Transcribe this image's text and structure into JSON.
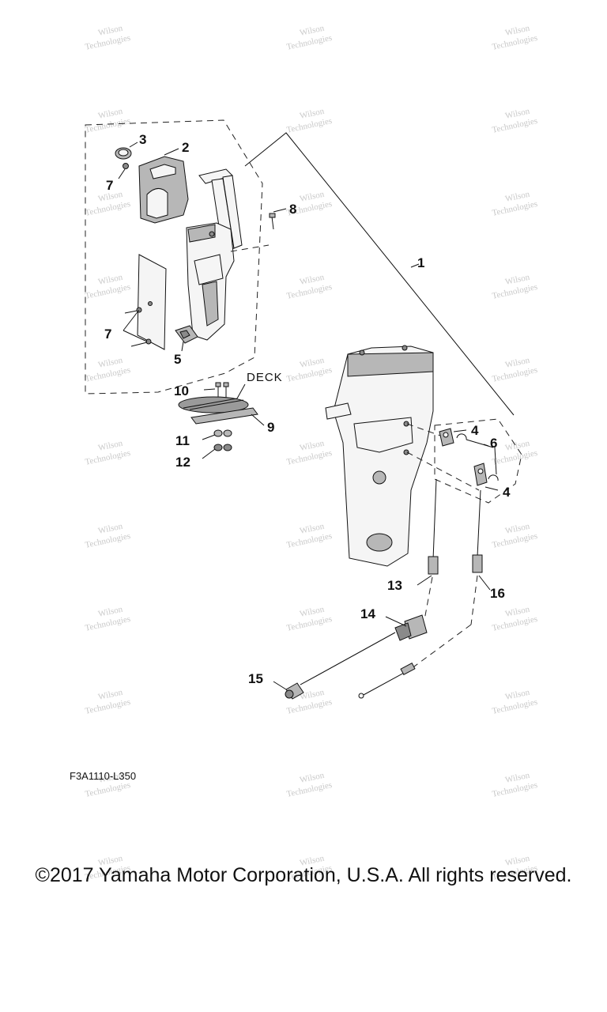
{
  "diagram": {
    "callouts": {
      "c1": "1",
      "c2": "2",
      "c3": "3",
      "c4a": "4",
      "c4b": "4",
      "c5": "5",
      "c6": "6",
      "c7a": "7",
      "c7b": "7",
      "c8": "8",
      "c9": "9",
      "c10": "10",
      "c11": "11",
      "c12": "12",
      "c13": "13",
      "c14": "14",
      "c15": "15",
      "c16": "16"
    },
    "deck_label": "DECK",
    "drawing_code": "F3A1110-L350",
    "watermark": [
      "Wilson",
      "Technologies"
    ]
  },
  "footer": {
    "copyright": "©2017 Yamaha Motor Corporation, U.S.A. All rights reserved."
  }
}
